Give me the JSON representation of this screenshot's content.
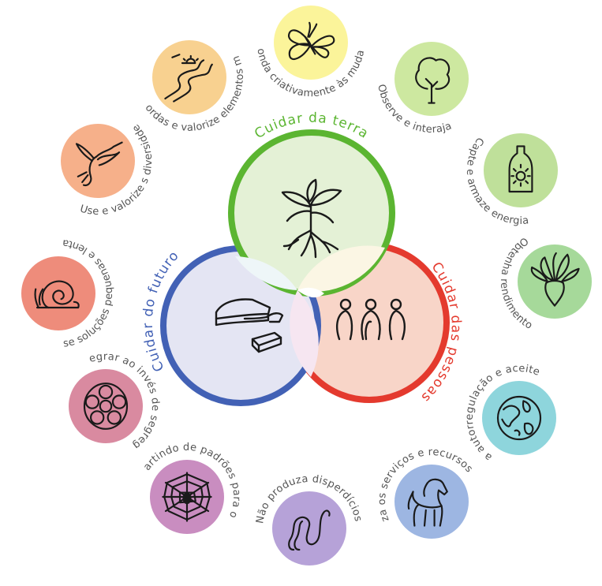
{
  "ethics": {
    "terra": {
      "label": "Cuidar da terra",
      "color": "#5bb531",
      "fill": "#e4f1d6",
      "icon": "tree-roots-icon"
    },
    "pessoas": {
      "label": "Cuidar das pessoas",
      "color": "#e43a2e",
      "fill": "#f8d5c8",
      "icon": "people-icon"
    },
    "futuro": {
      "label": "Cuidar do futuro",
      "color": "#4261b5",
      "fill": "#e4e5f3",
      "icon": "cheese-slices-icon"
    }
  },
  "principles": [
    {
      "label": "Observe e interaja",
      "color": "#cde8a0",
      "icon": "tree-icon"
    },
    {
      "label": "Capte e armaze energia",
      "color": "#bfe09a",
      "icon": "bottle-sun-icon"
    },
    {
      "label": "Obtenha rendimento",
      "color": "#a6d99a",
      "icon": "beet-icon"
    },
    {
      "label": "Pratique a autorregulação e aceite retornos",
      "color": "#8ed5dc",
      "icon": "globe-icon"
    },
    {
      "label": "Use e valoriza os serviços e recursos renováveis",
      "color": "#9db6e2",
      "icon": "horse-icon"
    },
    {
      "label": "Não produza disperdícios",
      "color": "#b6a2d8",
      "icon": "worm-icon"
    },
    {
      "label": "Planejar partindo de padrões para os detalhes",
      "color": "#c98dc0",
      "icon": "spider-web-icon"
    },
    {
      "label": "Integrar ao invés de segregar",
      "color": "#d98aa0",
      "icon": "flower-circles-icon"
    },
    {
      "label": "Use soluções pequenas e lentas",
      "color": "#ee8c7b",
      "icon": "snail-icon"
    },
    {
      "label": "Use e valorize s diversidde",
      "color": "#f6b08a",
      "icon": "hummingbird-icon"
    },
    {
      "label": "Use as bordas e valorize elementos marginais",
      "color": "#f8d190",
      "icon": "winding-path-icon"
    },
    {
      "label": "Responda criativamente às mudanças",
      "color": "#fbf49a",
      "icon": "butterfly-icon"
    }
  ]
}
